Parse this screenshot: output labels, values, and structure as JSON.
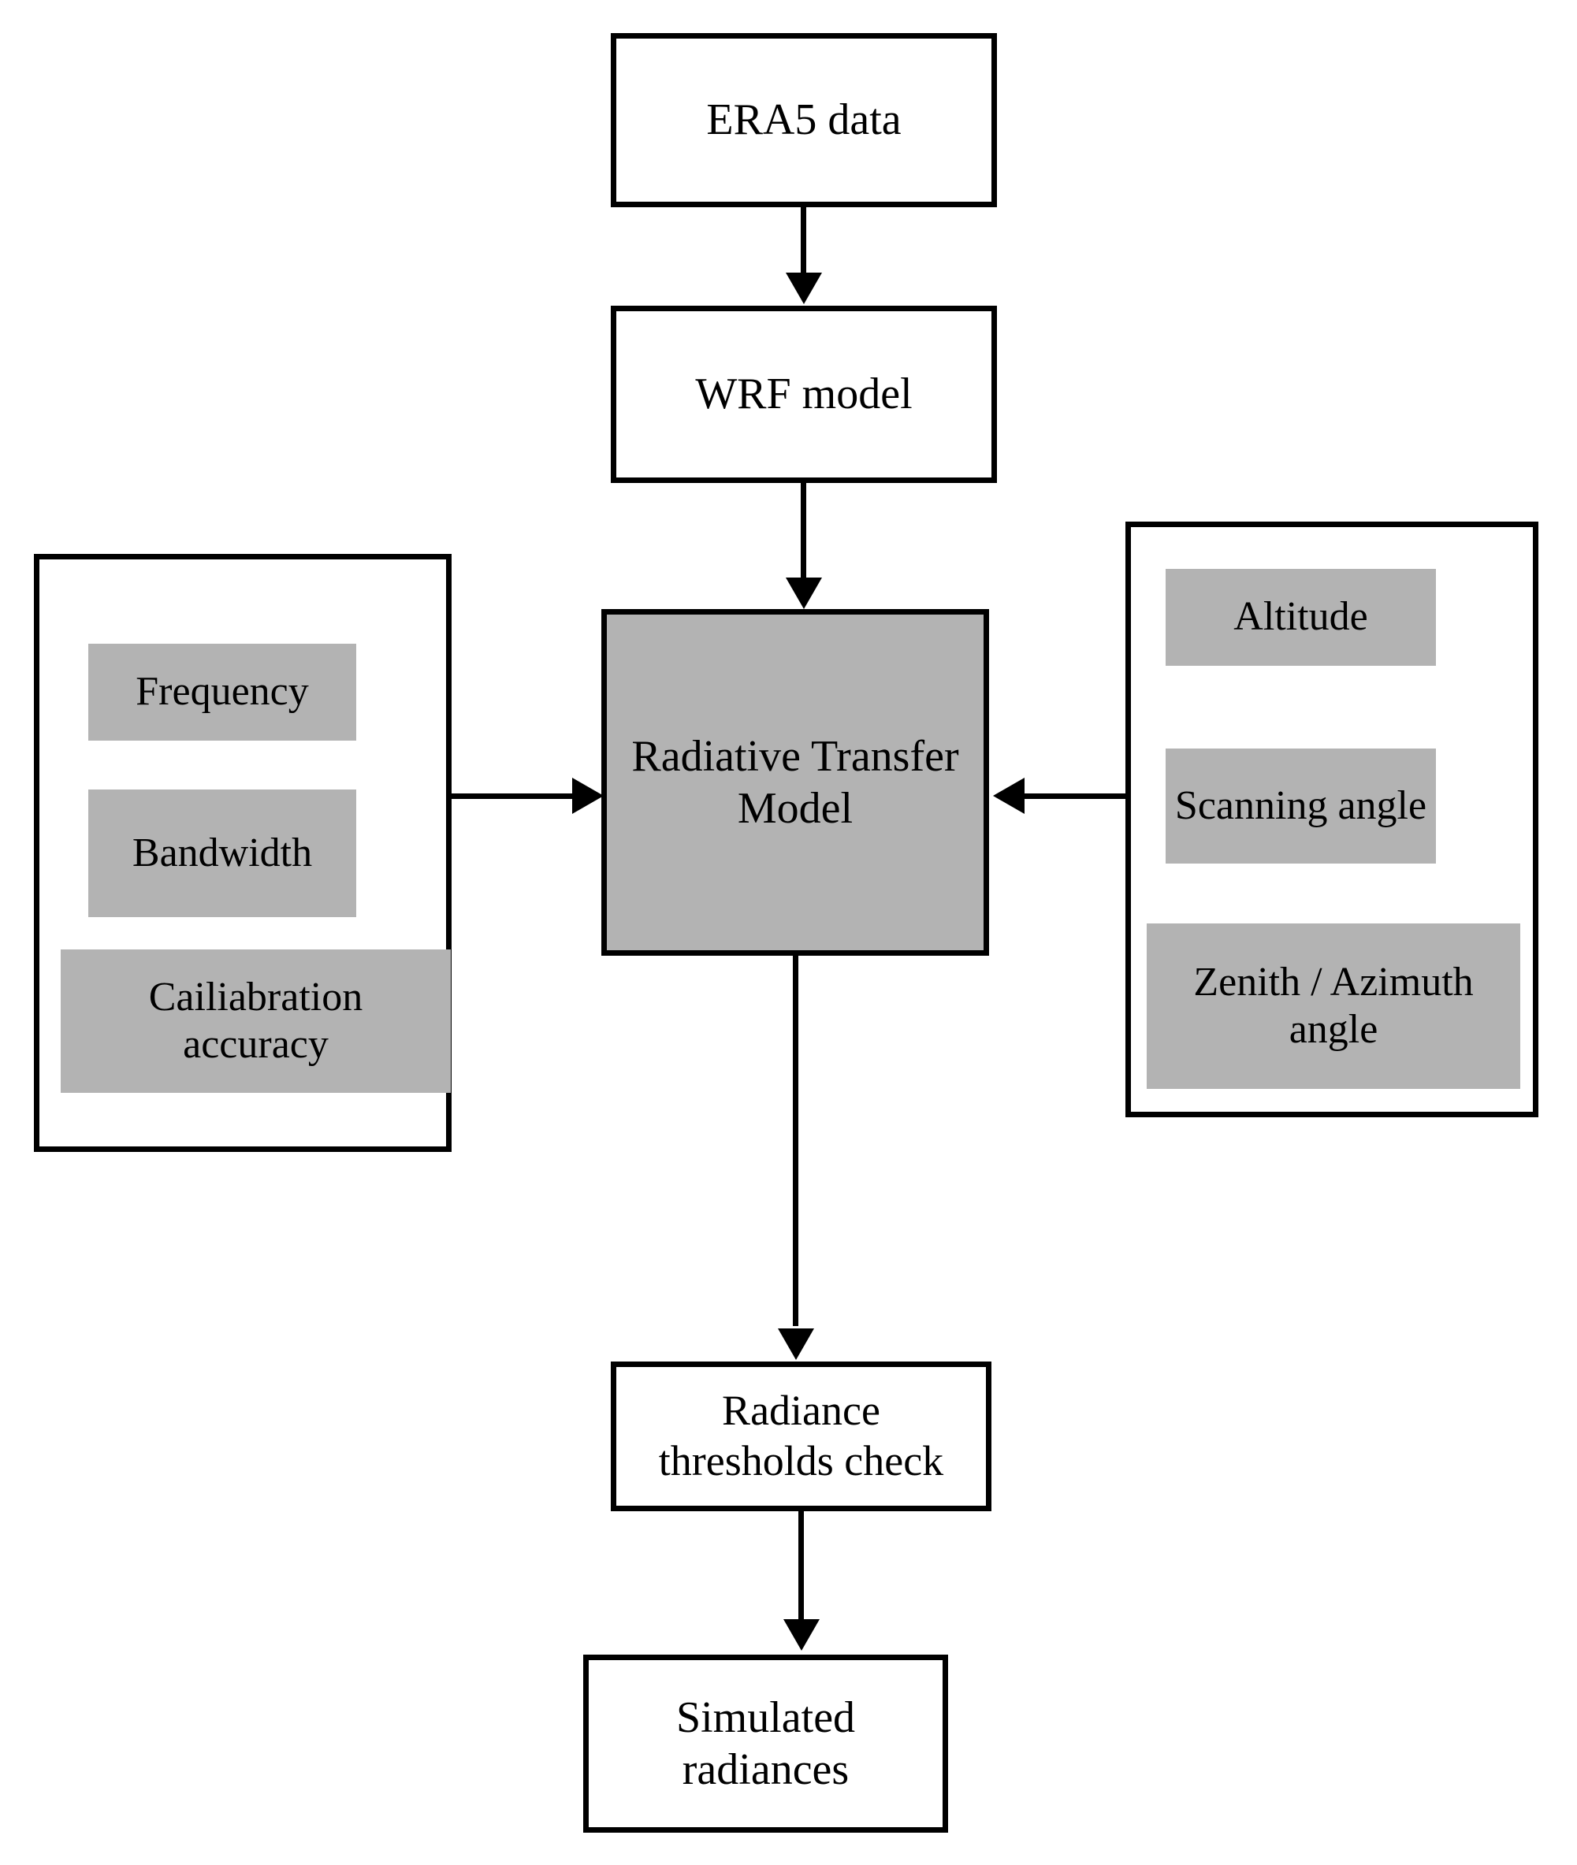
{
  "diagram": {
    "title": "Radiative transfer simulation workflow",
    "colors": {
      "background": "#ffffff",
      "stroke": "#000000",
      "shaded_fill": "#b3b3b3",
      "node_fill": "#ffffff"
    }
  },
  "nodes": {
    "era5": {
      "label": "ERA5 data"
    },
    "wrf": {
      "label": "WRF model"
    },
    "rtm": {
      "label": "Radiative Transfer Model"
    },
    "threshold": {
      "label": "Radiance thresholds check"
    },
    "output": {
      "label": "Simulated radiances"
    }
  },
  "panels": {
    "instrument": {
      "name": "instrument-parameters-panel",
      "chips": [
        {
          "label": "Frequency"
        },
        {
          "label": "Bandwidth"
        },
        {
          "label": "Cailiabration accuracy"
        }
      ]
    },
    "geometry": {
      "name": "observation-geometry-panel",
      "chips": [
        {
          "label": "Altitude"
        },
        {
          "label": "Scanning angle"
        },
        {
          "label": "Zenith / Azimuth angle"
        }
      ]
    }
  },
  "connectors": [
    {
      "name": "era5-to-wrf",
      "direction": "down"
    },
    {
      "name": "wrf-to-rtm",
      "direction": "down"
    },
    {
      "name": "instrument-to-rtm",
      "direction": "right"
    },
    {
      "name": "geometry-to-rtm",
      "direction": "left"
    },
    {
      "name": "rtm-to-threshold",
      "direction": "down"
    },
    {
      "name": "threshold-to-output",
      "direction": "down"
    }
  ]
}
